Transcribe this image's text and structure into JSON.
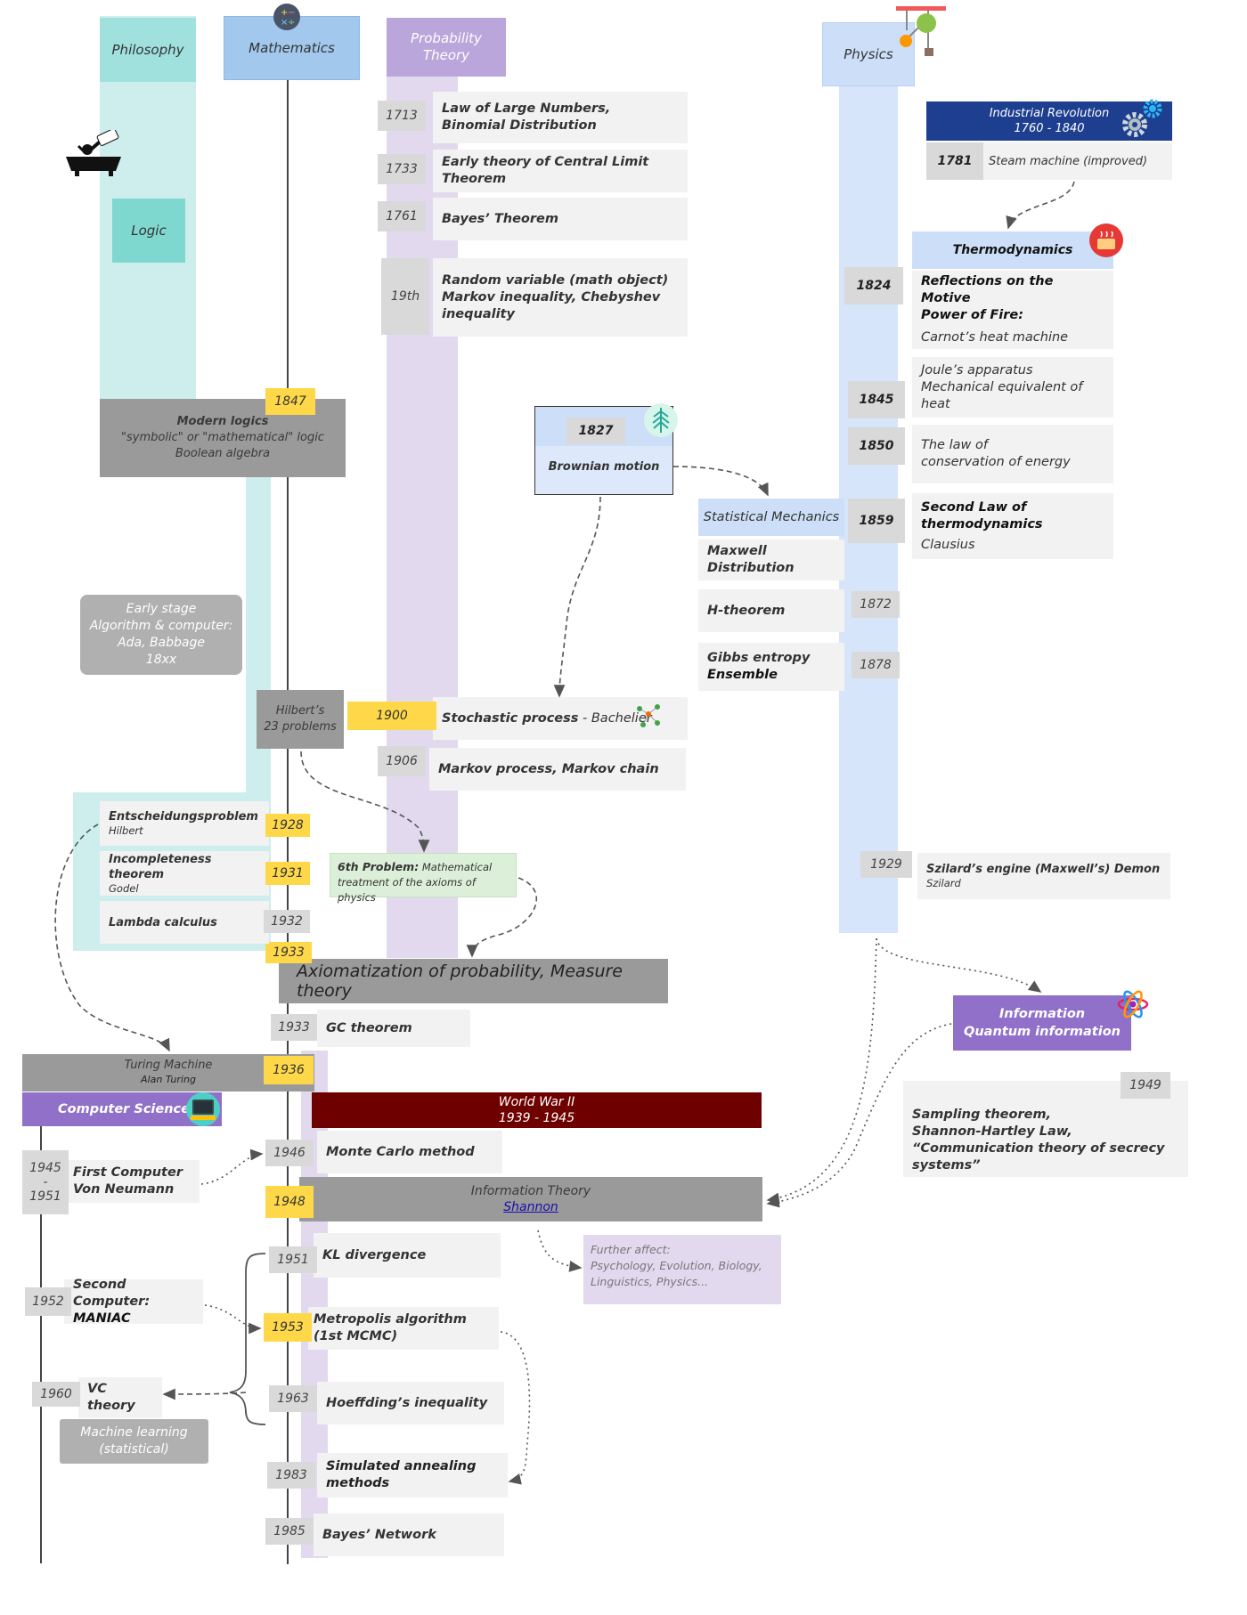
{
  "headers": {
    "philosophy": "Philosophy",
    "mathematics": "Mathematics",
    "probability_l1": "Probability",
    "probability_l2": "Theory",
    "physics": "Physics",
    "logic": "Logic"
  },
  "probability": {
    "e1713": {
      "year": "1713",
      "l1": "Law of Large Numbers,",
      "l2": "Binomial Distribution"
    },
    "e1733": {
      "year": "1733",
      "text": "Early theory of Central Limit Theorem"
    },
    "e1761": {
      "year": "1761",
      "text": "Bayes’ Theorem"
    },
    "e19th": {
      "year": "19th",
      "l1": "Random variable (math object)",
      "l2": "Markov inequality, Chebyshev",
      "l3": "inequality"
    },
    "e1900": {
      "year": "1900",
      "bold": "Stochastic process",
      "rest": " - Bachelier"
    },
    "e1906": {
      "year": "1906",
      "text": "Markov process, Markov chain"
    },
    "axiom": {
      "year": "1933",
      "text": "Axiomatization of probability,  Measure theory"
    },
    "gc": {
      "year": "1933",
      "text": "GC theorem"
    },
    "mc": {
      "year": "1946",
      "text": "Monte Carlo method"
    },
    "info": {
      "year": "1948",
      "title": "Information Theory",
      "link": "Shannon"
    },
    "further": {
      "l1": "Further affect:",
      "l2": "Psychology, Evolution, Biology,",
      "l3": "Linguistics, Physics..."
    },
    "kl": {
      "year": "1951",
      "text": "KL divergence"
    },
    "metro": {
      "year": "1953",
      "l1": "Metropolis algorithm",
      "l2": "(1st MCMC)"
    },
    "hoeff": {
      "year": "1963",
      "text": "Hoeffding’s inequality"
    },
    "sa": {
      "year": "1983",
      "l1": "Simulated annealing",
      "l2": "methods"
    },
    "bayesnet": {
      "year": "1985",
      "text": "Bayes’ Network"
    }
  },
  "math": {
    "modern": {
      "year": "1847",
      "l1": "Modern logics",
      "l2": "\"symbolic\" or \"mathematical\" logic",
      "l3": "Boolean algebra"
    },
    "early": {
      "l1": "Early stage",
      "l2": "Algorithm & computer:",
      "l3": "Ada, Babbage",
      "l4": "18xx"
    },
    "hilbert": {
      "l1": "Hilbert’s",
      "l2": "23 problems"
    },
    "entsch": {
      "year": "1928",
      "title": "Entscheidungsproblem",
      "sub": "Hilbert"
    },
    "incomp": {
      "year": "1931",
      "title": "Incompleteness theorem",
      "sub": "Godel"
    },
    "lambda": {
      "year": "1932",
      "title": "Lambda calculus"
    },
    "sixth": {
      "bold": "6th Problem:",
      "rest": " Mathematical",
      "l2": "treatment of the axioms of physics"
    },
    "turing": {
      "year": "1936",
      "title": "Turing Machine",
      "sub": "Alan Turing"
    }
  },
  "cs": {
    "header": "Computer Science",
    "first": {
      "year_l1": "1945",
      "year_l2": "-",
      "year_l3": "1951",
      "l1": "First Computer",
      "l2": "Von Neumann"
    },
    "second": {
      "year": "1952",
      "l1": "Second Computer:",
      "l2": "MANIAC"
    },
    "vc": {
      "year": "1960",
      "text": "VC theory"
    },
    "ml": {
      "l1": "Machine learning",
      "l2": "(statistical)"
    }
  },
  "ww2": {
    "l1": "World War II",
    "l2": "1939 - 1945"
  },
  "physics": {
    "industrial": {
      "l1": "Industrial Revolution",
      "l2": "1760 - 1840"
    },
    "steam": {
      "year": "1781",
      "text": "Steam machine (improved)"
    },
    "thermo": "Thermodynamics",
    "e1824": {
      "year": "1824",
      "l1": "Reflections on the Motive",
      "l2": "Power of Fire:",
      "l3": "Carnot’s heat machine"
    },
    "e1845": {
      "year": "1845",
      "l1": "Joule’s apparatus",
      "l2": "Mechanical equivalent of heat"
    },
    "e1850": {
      "year": "1850",
      "l1": "The law of",
      "l2": "conservation of energy"
    },
    "e1859": {
      "year": "1859",
      "l1": "Second Law of",
      "l2": "thermodynamics",
      "l3": "Clausius"
    },
    "brownian": {
      "year": "1827",
      "text": "Brownian motion"
    },
    "statmech": "Statistical Mechanics",
    "maxwell": "Maxwell Distribution",
    "htheorem": {
      "year": "1872",
      "text": "H-theorem"
    },
    "gibbs": {
      "year": "1878",
      "l1": "Gibbs entropy",
      "l2": "Ensemble"
    },
    "szilard": {
      "year": "1929",
      "title": "Szilard’s engine (Maxwell’s) Demon",
      "sub": "Szilard"
    },
    "quantum": {
      "l1": "Information",
      "l2": "Quantum information"
    },
    "sampling": {
      "year": "1949",
      "l1": "Sampling theorem,",
      "l2": "Shannon-Hartley Law,",
      "l3": "“Communication theory of secrecy systems”"
    }
  },
  "icons": [
    "eureka-bathtub-icon",
    "math-operators-icon",
    "pendulum-icon",
    "gear-icon",
    "heater-icon",
    "tree-icon",
    "network-icon",
    "atom-icon",
    "computer-icon"
  ],
  "colors": {
    "philosophy": "#a0e1dd",
    "mathematics": "#a3c8ee",
    "probability": "#bba6dc",
    "physics": "#cddff8",
    "year_highlight": "#ffd84a",
    "ww2": "#6e0000",
    "industrial": "#1e3f8f",
    "cs": "#9070c8"
  }
}
